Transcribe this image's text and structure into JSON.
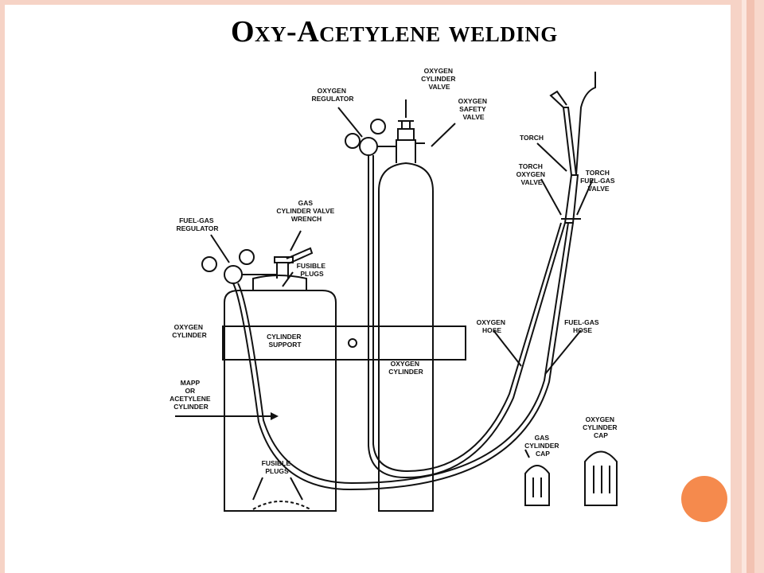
{
  "slide": {
    "title": "Oxy-Acetylene welding",
    "accent_color": "#f58a4d",
    "border_color": "#f6d3c6"
  },
  "diagram": {
    "labels": {
      "oxygen_cylinder_valve": [
        "OXYGEN",
        "CYLINDER",
        "VALVE"
      ],
      "oxygen_regulator": [
        "OXYGEN",
        "REGULATOR"
      ],
      "oxygen_safety_valve": [
        "OXYGEN",
        "SAFETY",
        "VALVE"
      ],
      "torch": [
        "TORCH"
      ],
      "torch_oxygen_valve": [
        "TORCH",
        "OXYGEN",
        "VALVE"
      ],
      "torch_fuel_gas_valve": [
        "TORCH",
        "FUEL-GAS",
        "VALVE"
      ],
      "gas_cylinder_valve_wrench": [
        "GAS",
        "CYLINDER VALVE",
        "WRENCH"
      ],
      "fuel_gas_regulator": [
        "FUEL-GAS",
        "REGULATOR"
      ],
      "fusible_plugs_top": [
        "FUSIBLE",
        "PLUGS"
      ],
      "oxygen_cylinder_left": [
        "OXYGEN",
        "CYLINDER"
      ],
      "cylinder_support": [
        "CYLINDER",
        "SUPPORT"
      ],
      "oxygen_cylinder_center": [
        "OXYGEN",
        "CYLINDER"
      ],
      "oxygen_hose": [
        "OXYGEN",
        "HOSE"
      ],
      "fuel_gas_hose": [
        "FUEL-GAS",
        "HOSE"
      ],
      "mapp_acetylene_cylinder": [
        "MAPP",
        "OR",
        "ACETYLENE",
        "CYLINDER"
      ],
      "fusible_plugs_bottom": [
        "FUSIBLE",
        "PLUGS"
      ],
      "gas_cylinder_cap": [
        "GAS",
        "CYLINDER",
        "CAP"
      ],
      "oxygen_cylinder_cap": [
        "OXYGEN",
        "CYLINDER",
        "CAP"
      ]
    }
  }
}
